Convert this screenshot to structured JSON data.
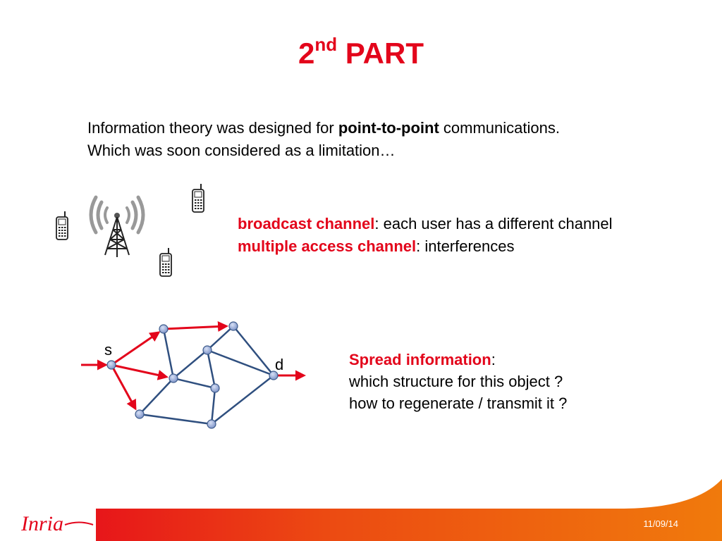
{
  "title": {
    "main": "2",
    "sup": "nd",
    "rest": " PART"
  },
  "intro": {
    "line1_before": "Information theory was designed for ",
    "line1_bold": "point-to-point",
    "line1_after": " communications.",
    "line2": "Which was soon considered as a limitation…"
  },
  "channels": {
    "broadcast_term": "broadcast channel",
    "broadcast_desc": ": each user has a different channel",
    "mac_term": "multiple access channel",
    "mac_desc": ": interferences"
  },
  "spread": {
    "heading": "Spread information",
    "colon": ":",
    "line1": "which structure for this object ?",
    "line2": "how to regenerate / transmit  it ?"
  },
  "graph": {
    "source_label": "s",
    "dest_label": "d"
  },
  "footer": {
    "date": "11/09/14",
    "logo_text": "Inria"
  },
  "colors": {
    "accent_red": "#e3051b",
    "edge_blue": "#2f4f7f",
    "node_blue": "#8fa4d6"
  },
  "icons": [
    "cell-tower-icon",
    "mobile-phone-icon"
  ]
}
